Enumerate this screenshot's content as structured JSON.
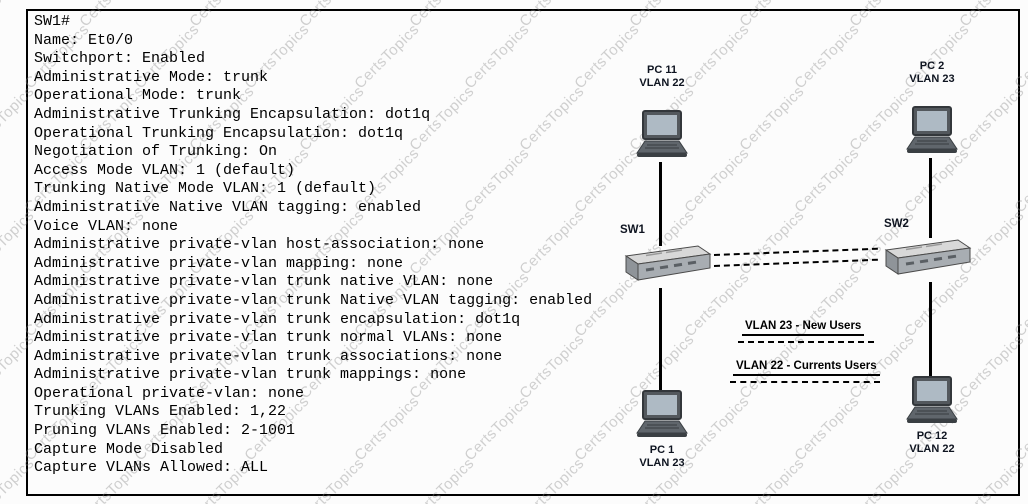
{
  "watermark": {
    "text": "CertsTopics"
  },
  "console": {
    "lines": [
      "SW1#",
      "Name: Et0/0",
      "Switchport: Enabled",
      "Administrative Mode: trunk",
      "Operational Mode: trunk",
      "Administrative Trunking Encapsulation: dot1q",
      "Operational Trunking Encapsulation: dot1q",
      "Negotiation of Trunking: On",
      "Access Mode VLAN: 1 (default)",
      "Trunking Native Mode VLAN: 1 (default)",
      "Administrative Native VLAN tagging: enabled",
      "Voice VLAN: none",
      "Administrative private-vlan host-association: none",
      "Administrative private-vlan mapping: none",
      "Administrative private-vlan trunk native VLAN: none",
      "Administrative private-vlan trunk Native VLAN tagging: enabled",
      "Administrative private-vlan trunk encapsulation: dot1q",
      "Administrative private-vlan trunk normal VLANs: none",
      "Administrative private-vlan trunk associations: none",
      "Administrative private-vlan trunk mappings: none",
      "Operational private-vlan: none",
      "Trunking VLANs Enabled: 1,22",
      "Pruning VLANs Enabled: 2-1001",
      "Capture Mode Disabled",
      "Capture VLANs Allowed: ALL"
    ]
  },
  "diagram": {
    "nodes": {
      "pc11": {
        "name": "PC 11",
        "vlan": "VLAN 22"
      },
      "pc2": {
        "name": "PC 2",
        "vlan": "VLAN 23"
      },
      "sw1": {
        "name": "SW1"
      },
      "sw2": {
        "name": "SW2"
      },
      "pc1": {
        "name": "PC 1",
        "vlan": "VLAN 23"
      },
      "pc12": {
        "name": "PC 12",
        "vlan": "VLAN 22"
      }
    },
    "links": {
      "vlan23_label": "VLAN 23 - New Users",
      "vlan22_label": "VLAN 22 - Currents Users"
    }
  }
}
